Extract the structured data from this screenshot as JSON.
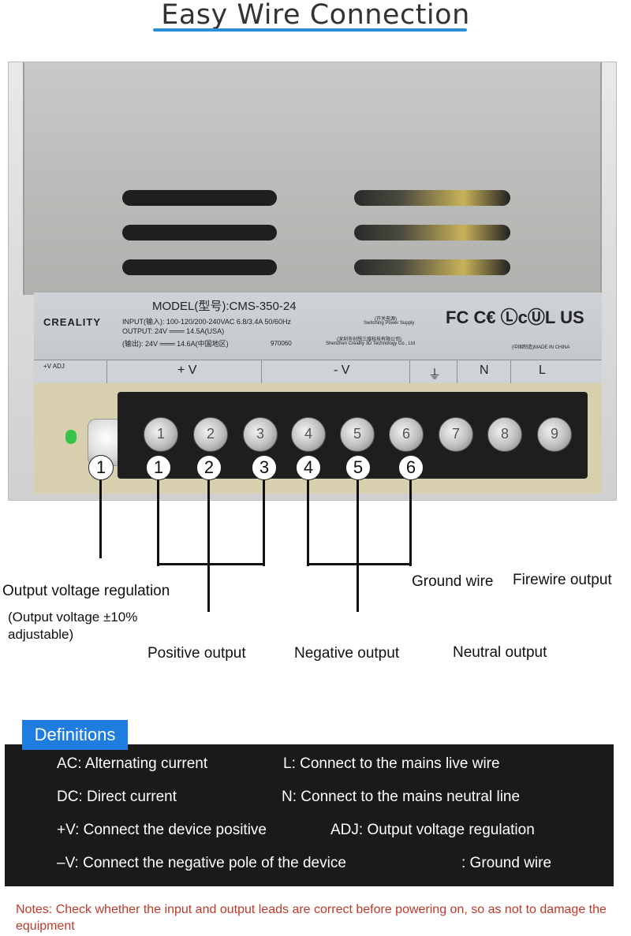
{
  "title": "Easy Wire Connection",
  "psu_label": {
    "brand": "CREALITY",
    "model": "MODEL(型号):CMS-350-24",
    "input": "INPUT(输入): 100-120/200-240VAC  6.8/3.4A  50/60Hz",
    "output_usa": "OUTPUT: 24V ═══ 14.5A(USA)",
    "output_cn": "(输出): 24V ═══ 14.6A(中国地区)",
    "code": "970060",
    "type_cn": "(开关电源)",
    "type_en": "Switching Power Supply",
    "maker_cn": "(深圳市创想三维科技有限公司)",
    "maker_en": "Shenzhen Creality 3D Technology Co., Ltd",
    "certs": "FC C€ ⓁcⓊL US",
    "made": "(中国制造)MADE IN CHINA"
  },
  "terminals": {
    "adj": "+V ADJ",
    "plus_v": "+ V",
    "minus_v": "- V",
    "ground": "⏚",
    "n": "N",
    "l": "L",
    "screw_numbers": [
      "1",
      "2",
      "3",
      "4",
      "5",
      "6",
      "7",
      "8",
      "9"
    ]
  },
  "callouts": [
    "1",
    "1",
    "2",
    "3",
    "4",
    "5",
    "6"
  ],
  "captions": {
    "output_voltage_regulation": "Output voltage regulation",
    "adjustable": "(Output voltage ±10%",
    "adjustable_2": "adjustable)",
    "positive_output": "Positive output",
    "negative_output": "Negative output",
    "neutral_output": "Neutral output",
    "ground_wire": "Ground wire",
    "firewire_output": "Firewire output"
  },
  "definitions": {
    "tab": "Definitions",
    "items": [
      "AC: Alternating current",
      "L: Connect to the mains live wire",
      "DC: Direct current",
      "N: Connect to the mains neutral line",
      "+V: Connect the device positive",
      "ADJ: Output voltage regulation",
      "–V: Connect the negative pole of the device",
      ": Ground wire"
    ]
  },
  "notes": "Notes: Check whether the input and output leads are correct before powering on, so as not to damage the equipment",
  "colors": {
    "accent": "#1f7de0",
    "underline": "#2a8fd6",
    "notes": "#c0392b",
    "panel": "#1a1a1a"
  }
}
